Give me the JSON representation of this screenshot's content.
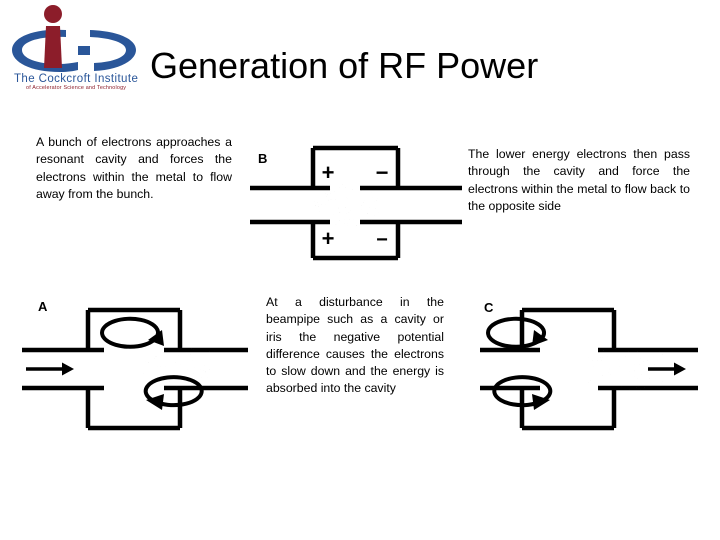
{
  "slide": {
    "title": "Generation of RF Power",
    "background_color": "#ffffff",
    "text_color": "#000000"
  },
  "logo": {
    "name": "cockcroft-institute-logo",
    "line1": "The Cockcroft Institute",
    "line2": "of Accelerator Science and Technology",
    "swoosh_color": "#2a5699",
    "figure_color": "#8c1d2a"
  },
  "paragraphs": {
    "a": "A bunch of electrons approaches a resonant cavity and forces the electrons within the metal to flow away from the bunch.",
    "b": "The lower energy electrons then pass through the cavity and force the electrons within the metal to flow back to the opposite side",
    "c": "At a disturbance in the beampipe such as a cavity or iris the negative potential difference causes the electrons to slow down and the energy is absorbed into the cavity"
  },
  "diagrams": {
    "a": {
      "label": "A",
      "caption_role": "bunch-approaching-cavity",
      "bunch_position": "left-of-cavity",
      "beam_arrow": "right",
      "top_loop_direction": "counterclockwise",
      "bottom_loop_direction": "counterclockwise",
      "signs": []
    },
    "b": {
      "label": "B",
      "caption_role": "bunch-in-cavity-gap",
      "bunch_position": "centre-of-cavity",
      "beam_arrow": "none",
      "signs": [
        "+",
        "−",
        "+",
        "−"
      ],
      "sign_top_left": "+",
      "sign_top_right": "−",
      "sign_bottom_left": "+",
      "sign_bottom_right": "−"
    },
    "c": {
      "label": "C",
      "caption_role": "bunch-leaving-cavity",
      "bunch_position": "right-of-cavity",
      "beam_arrow": "right",
      "top_loop_direction": "clockwise",
      "bottom_loop_direction": "clockwise",
      "signs": []
    }
  }
}
